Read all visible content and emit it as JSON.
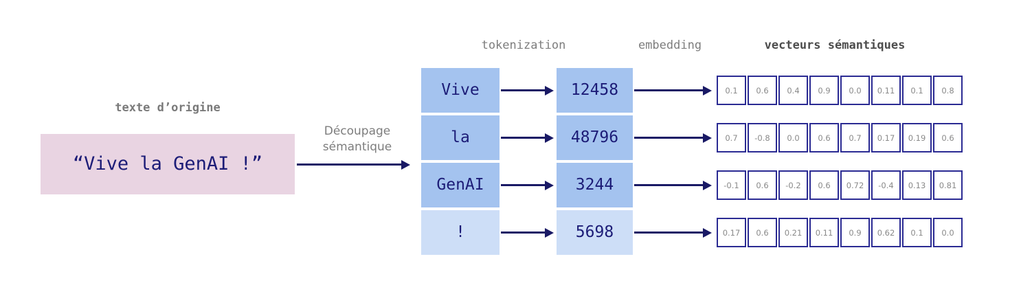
{
  "source": {
    "title": "texte d’origine",
    "text": "“Vive la GenAI !”"
  },
  "split_arrow": {
    "label_line1": "Découpage",
    "label_line2": "sémantique"
  },
  "headers": {
    "tokenization": "tokenization",
    "embedding": "embedding",
    "vectors": "vecteurs sémantiques"
  },
  "rows": [
    {
      "token": "Vive",
      "id": "12458",
      "vector": [
        "0.1",
        "0.6",
        "0.4",
        "0.9",
        "0.0",
        "0.11",
        "0.1",
        "0.8"
      ]
    },
    {
      "token": "la",
      "id": "48796",
      "vector": [
        "0.7",
        "-0.8",
        "0.0",
        "0.6",
        "0.7",
        "0.17",
        "0.19",
        "0.6"
      ]
    },
    {
      "token": "GenAI",
      "id": "3244",
      "vector": [
        "-0.1",
        "0.6",
        "-0.2",
        "0.6",
        "0.72",
        "-0.4",
        "0.13",
        "0.81"
      ]
    },
    {
      "token": "!",
      "id": "5698",
      "vector": [
        "0.17",
        "0.6",
        "0.21",
        "0.11",
        "0.9",
        "0.62",
        "0.1",
        "0.0"
      ]
    }
  ],
  "colors": {
    "token_fill": "#a4c3ef",
    "token_fill_light": "#cddef7",
    "source_fill": "#e9d4e2",
    "navy_text": "#1c1c77",
    "arrow": "#191965",
    "vector_border": "#2b2b93",
    "label_gray": "#7d7d7d"
  }
}
